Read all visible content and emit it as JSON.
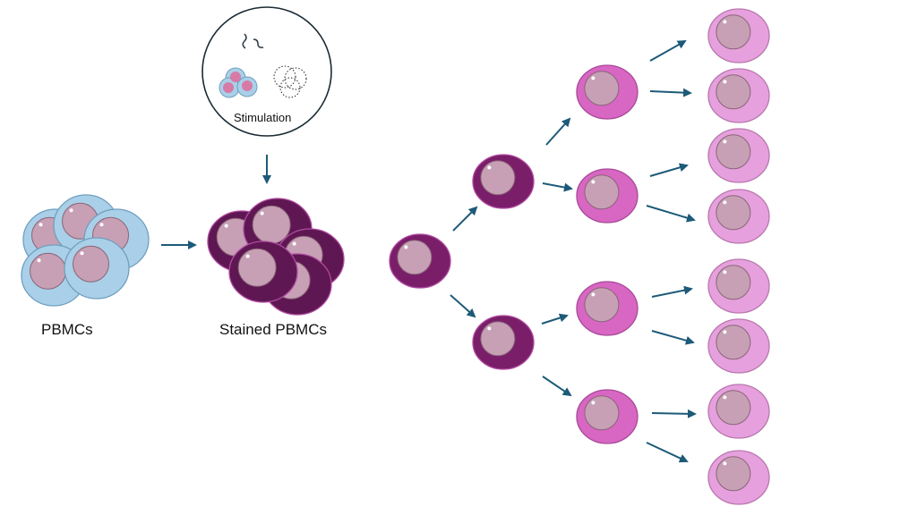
{
  "labels": {
    "pbmcs": "PBMCs",
    "stained_pbmcs": "Stained PBMCs",
    "stimulation": "Stimulation"
  },
  "colors": {
    "arrow": "#1d5a78",
    "pbmc_cytoplasm": "#a9d0e8",
    "nucleus": "#c7a0b5",
    "stained_dark": "#5e1752",
    "gen1": "#7a1e6a",
    "gen2": "#d866c3",
    "gen3": "#e6a0dd"
  },
  "diagram": {
    "stages": [
      {
        "name": "PBMCs",
        "cell_count": 5
      },
      {
        "name": "Stained PBMCs",
        "cell_count": 5
      },
      {
        "name": "Stimulation",
        "inputs": [
          "peptides",
          "cells",
          "virus"
        ]
      }
    ],
    "proliferation": {
      "generations": [
        {
          "generation": 0,
          "cells": 1,
          "color": "gen1"
        },
        {
          "generation": 1,
          "cells": 2,
          "color": "gen1"
        },
        {
          "generation": 2,
          "cells": 4,
          "color": "gen2"
        },
        {
          "generation": 3,
          "cells": 8,
          "color": "gen3"
        }
      ]
    }
  }
}
